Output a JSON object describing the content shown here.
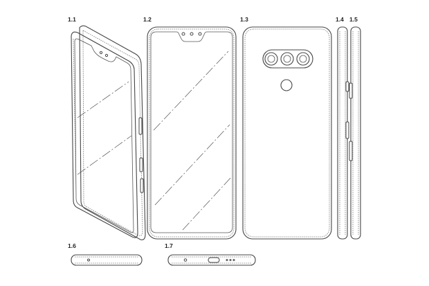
{
  "figures": {
    "fig_1_1": {
      "label": "1.1"
    },
    "fig_1_2": {
      "label": "1.2"
    },
    "fig_1_3": {
      "label": "1.3"
    },
    "fig_1_4": {
      "label": "1.4"
    },
    "fig_1_5": {
      "label": "1.5"
    },
    "fig_1_6": {
      "label": "1.6"
    },
    "fig_1_7": {
      "label": "1.7"
    }
  }
}
